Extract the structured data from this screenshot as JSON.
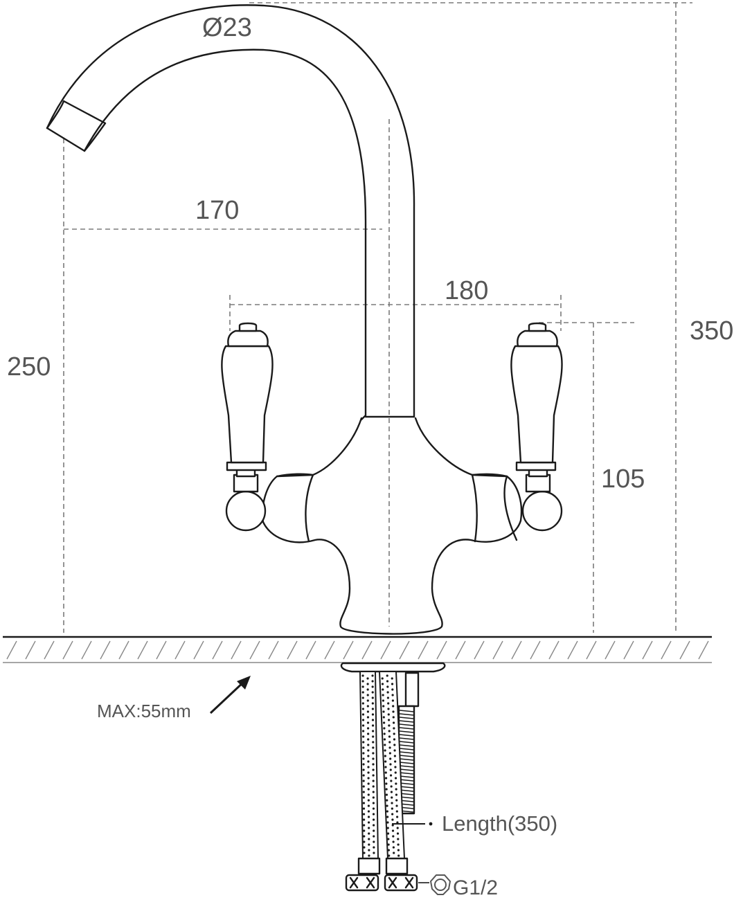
{
  "dimensions": {
    "spout_diameter": "Ø23",
    "spout_reach": "170",
    "handle_spacing": "180",
    "total_height": "350",
    "spout_height": "250",
    "handle_height": "105"
  },
  "annotations": {
    "max_deck_thickness": "MAX:55mm",
    "hose_length": "Length(350)",
    "thread_size": "G1/2"
  },
  "icons": {
    "thread": "hex-nut-icon"
  },
  "colors": {
    "line": "#1a1a1a",
    "dimension_text": "#555555",
    "dashed": "#7a7a7a"
  }
}
